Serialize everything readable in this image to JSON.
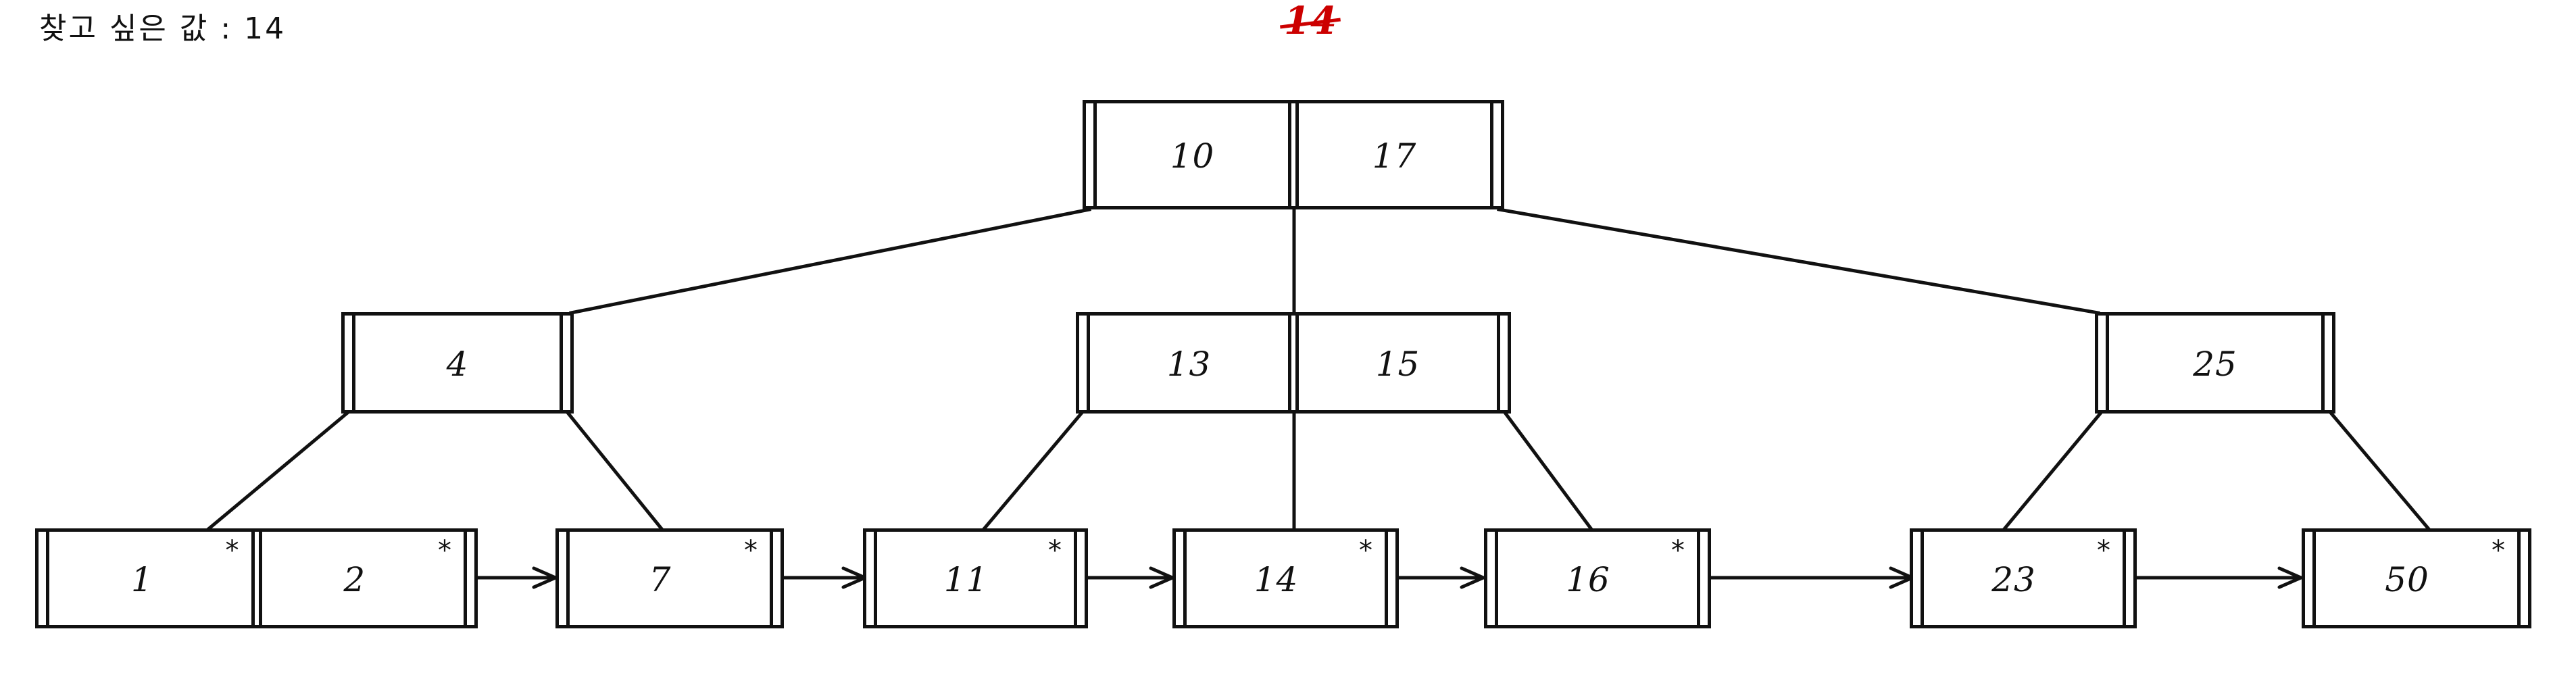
{
  "heading": {
    "query_label": "찾고 싶은 값 : 14",
    "search_key": "14"
  },
  "annotation": {
    "root_note": "14",
    "color": "#cc0000"
  },
  "colors": {
    "ink": "#111111",
    "annotation": "#cc0000",
    "background": "#ffffff"
  },
  "tree": {
    "type": "b-plus-tree",
    "search_value": 14,
    "root": {
      "id": "root",
      "keys": [
        "10",
        "17"
      ]
    },
    "internal": [
      {
        "id": "internal-left",
        "keys": [
          "4"
        ]
      },
      {
        "id": "internal-middle",
        "keys": [
          "13",
          "15"
        ]
      },
      {
        "id": "internal-right",
        "keys": [
          "25"
        ]
      }
    ],
    "leaves": [
      {
        "id": "leaf-1",
        "entries": [
          "1",
          "2"
        ],
        "marker": "*"
      },
      {
        "id": "leaf-2",
        "entries": [
          "7"
        ],
        "marker": "*"
      },
      {
        "id": "leaf-3",
        "entries": [
          "11"
        ],
        "marker": "*"
      },
      {
        "id": "leaf-4",
        "entries": [
          "14"
        ],
        "marker": "*"
      },
      {
        "id": "leaf-5",
        "entries": [
          "16"
        ],
        "marker": "*"
      },
      {
        "id": "leaf-6",
        "entries": [
          "23"
        ],
        "marker": "*"
      },
      {
        "id": "leaf-7",
        "entries": [
          "50"
        ],
        "marker": "*"
      }
    ],
    "leaf_marker": "*"
  },
  "nodes": {
    "root": {
      "k0": "10",
      "k1": "17"
    },
    "left": {
      "k0": "4"
    },
    "middle": {
      "k0": "13",
      "k1": "15"
    },
    "right": {
      "k0": "25"
    },
    "l1a": "1",
    "l1b": "2",
    "l2": "7",
    "l3": "11",
    "l4": "14",
    "l5": "16",
    "l6": "23",
    "l7": "50",
    "star": "*"
  }
}
